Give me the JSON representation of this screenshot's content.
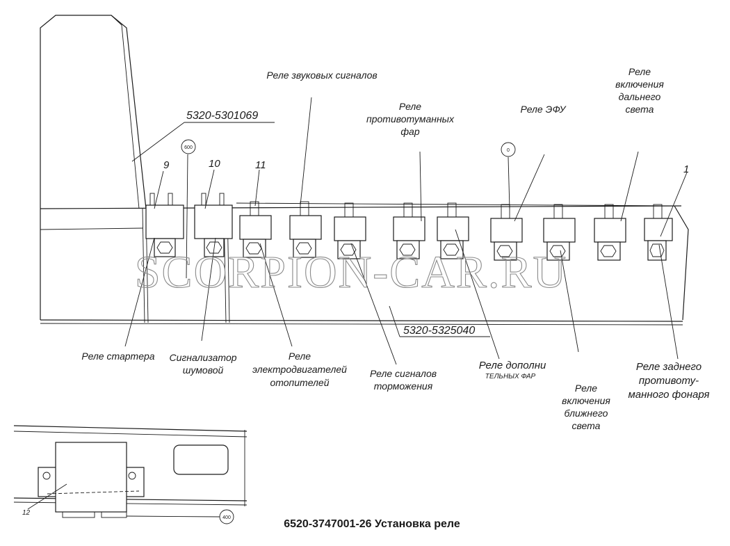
{
  "title": "6520-3747001-26   Установка реле",
  "watermark": "SCORPION-CAR.RU",
  "part_numbers": {
    "bracket": "5320-5301069",
    "panel": "5320-5325040"
  },
  "callouts": {
    "c9": "9",
    "c10": "10",
    "c11": "11",
    "c1": "1",
    "c12": "12"
  },
  "circle_tags": {
    "t1": "600",
    "t2": "0",
    "t3": "400"
  },
  "top_labels": {
    "horn": "Реле звуковых сигналов",
    "fog": [
      "Реле",
      "противотуманных",
      "фар"
    ],
    "efu": "Реле ЭФУ",
    "high_beam": [
      "Реле",
      "включения",
      "дальнего",
      "света"
    ]
  },
  "bottom_labels": {
    "starter": "Реле стартера",
    "noise": [
      "Сигнализатор",
      "шумовой"
    ],
    "heater": [
      "Реле",
      "электродвигателей",
      "отопителей"
    ],
    "brake": [
      "Реле сигналов",
      "торможения"
    ],
    "extra_lamps_a": "Реле дополни",
    "extra_lamps_b": "ТЕЛЬНЫХ ФАР",
    "low_beam": [
      "Реле",
      "включения",
      "ближнего",
      "света"
    ],
    "rear_fog": [
      "Реле заднего",
      "противоту-",
      "манного фонаря"
    ]
  }
}
